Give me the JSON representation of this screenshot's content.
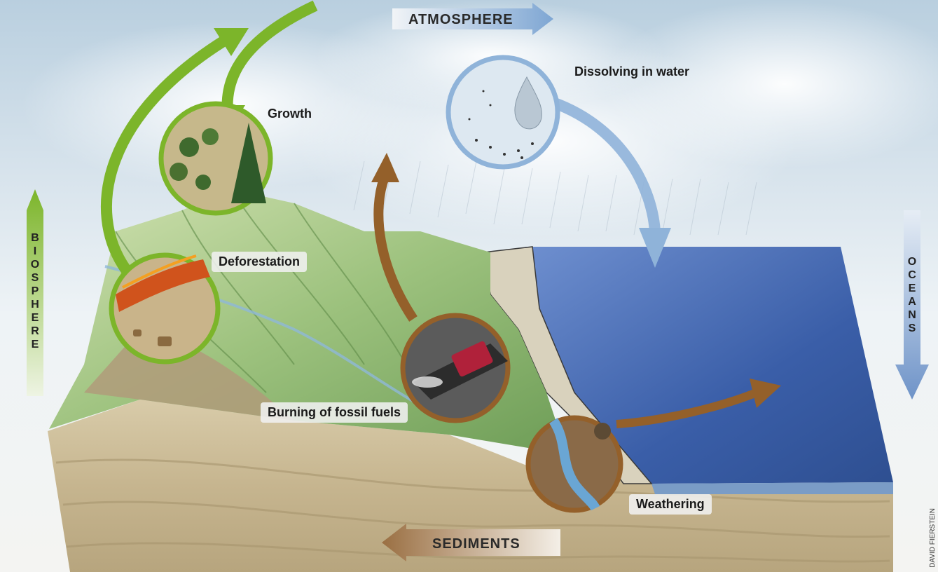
{
  "banners": {
    "atmosphere": "ATMOSPHERE",
    "sediments": "SEDIMENTS",
    "biosphere": "BIOSPHERE",
    "oceans": "OCEANS"
  },
  "labels": {
    "growth": "Growth",
    "deforestation": "Deforestation",
    "dissolving": "Dissolving in water",
    "burning": "Burning of fossil fuels",
    "weathering": "Weathering"
  },
  "credit": "DAVID FIERSTEIN",
  "colors": {
    "green_arrow": "#7cb52a",
    "brown_arrow": "#94602a",
    "blue_arrow": "#8fb3d9",
    "ocean": "#3f63a8",
    "land": "#a9c98b",
    "sediment": "#c9b894"
  }
}
